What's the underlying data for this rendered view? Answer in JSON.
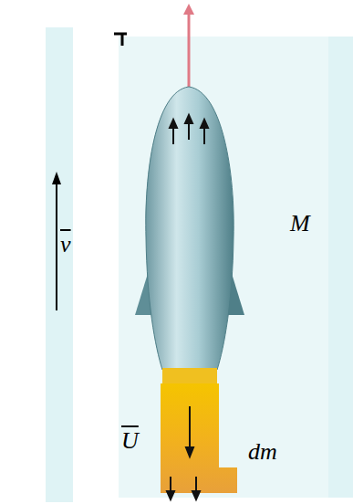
{
  "diagram": {
    "labels": [
      "v",
      "M",
      "U",
      "dm"
    ]
  }
}
